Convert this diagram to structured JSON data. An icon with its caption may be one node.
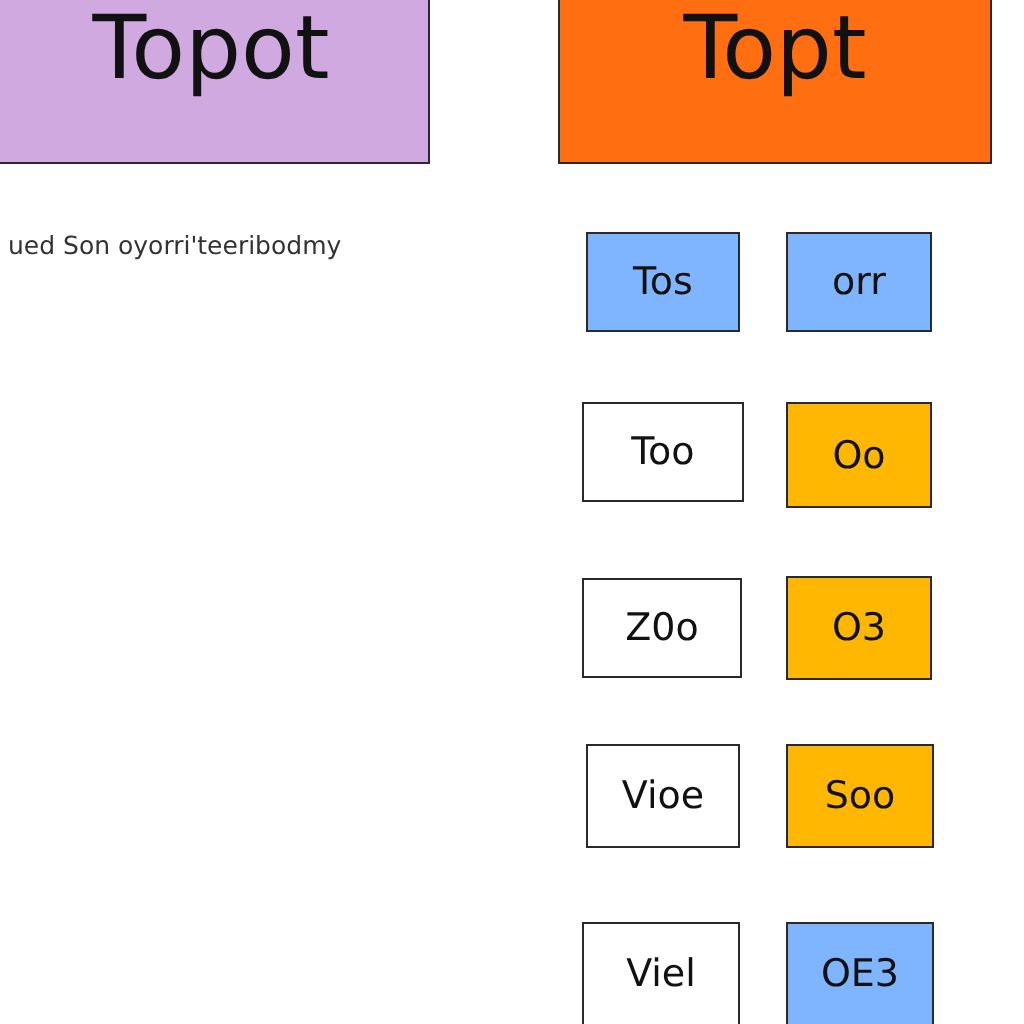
{
  "diagram": {
    "nodes": [
      {
        "text": [
          "Topot"
        ]
      },
      {
        "text": [
          "Topt"
        ]
      },
      {
        "text": [
          "Tos"
        ]
      },
      {
        "text": [
          "orr"
        ]
      },
      {
        "text": [
          "Too"
        ]
      },
      {
        "text": [
          "Oo"
        ]
      },
      {
        "text": [
          "Z0o"
        ]
      },
      {
        "text": [
          "O3"
        ]
      },
      {
        "text": [
          "Vioe"
        ]
      },
      {
        "text": [
          "Soo"
        ]
      },
      {
        "text": [
          "Viel"
        ]
      },
      {
        "text": [
          "OE3"
        ]
      }
    ],
    "labels": [
      "ued Son oyorri'teeribodmy"
    ]
  }
}
